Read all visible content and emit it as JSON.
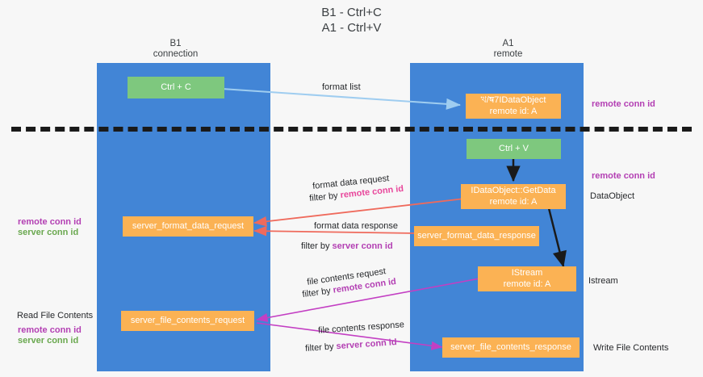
{
  "title": {
    "line1": "B1 - Ctrl+C",
    "line2": "A1 - Ctrl+V"
  },
  "columns": [
    {
      "name": "B1",
      "sub": "connection"
    },
    {
      "name": "A1",
      "sub": "remote"
    }
  ],
  "boxes": {
    "ctrl_c": {
      "label": "Ctrl + C",
      "color": "#7ec87e"
    },
    "ctrl_v": {
      "label": "Ctrl + V",
      "color": "#7ec87e"
    },
    "dataobject_top": {
      "line1": "খ/ष7IDataObject",
      "line2": "remote id: A",
      "color": "#fbb254"
    },
    "getdata": {
      "line1": "IDataObject::GetData",
      "line2": "remote id: A",
      "color": "#fbb254"
    },
    "istream": {
      "line1": "IStream",
      "line2": "remote id: A",
      "color": "#fbb254"
    },
    "server_format_data_request": {
      "label": "server_format_data_request",
      "color": "#fbb254"
    },
    "server_format_data_response": {
      "label": "server_format_data_response",
      "color": "#fbb254"
    },
    "server_file_contents_request": {
      "label": "server_file_contents_request",
      "color": "#fbb254"
    },
    "server_file_contents_response": {
      "label": "server_file_contents_response",
      "color": "#fbb254"
    }
  },
  "edge_labels": {
    "format_list": "format list",
    "format_data_request": "format data request",
    "format_data_request_filter_prefix": "filter by ",
    "format_data_request_filter_key": "remote conn id",
    "format_data_response": "format data response",
    "format_data_response_filter_prefix": "filter by ",
    "format_data_response_filter_key": "server conn id",
    "file_contents_request": "file contents request",
    "file_contents_request_filter_prefix": "filter by ",
    "file_contents_request_filter_key": "remote conn id",
    "file_contents_response": "file contents response",
    "file_contents_response_filter_prefix": "filter by ",
    "file_contents_response_filter_key": "server conn id"
  },
  "annotations": {
    "right_remote_conn_id_top": "remote conn id",
    "right_remote_conn_id_mid": "remote conn id",
    "right_dataobject": "DataObject",
    "right_istream": "Istream",
    "right_write_file_contents": "Write File Contents",
    "left_remote_conn_id": "remote conn id",
    "left_server_conn_id": "server conn id",
    "left_read_file_contents": "Read File Contents",
    "left_remote_conn_id_2": "remote conn id",
    "left_server_conn_id_2": "server conn id"
  },
  "colors": {
    "lane": "#4285d6",
    "green_box": "#7ec87e",
    "orange_box": "#fbb254",
    "arrow_blue": "#9fcdf0",
    "arrow_red": "#ef6a5c",
    "arrow_magenta": "#c33fc3",
    "arrow_black": "#1a1a1a",
    "purple_text": "#b33fb3",
    "green_text": "#6aa84f",
    "pink_text": "#e8469b",
    "divider": "#1a1a1a"
  }
}
